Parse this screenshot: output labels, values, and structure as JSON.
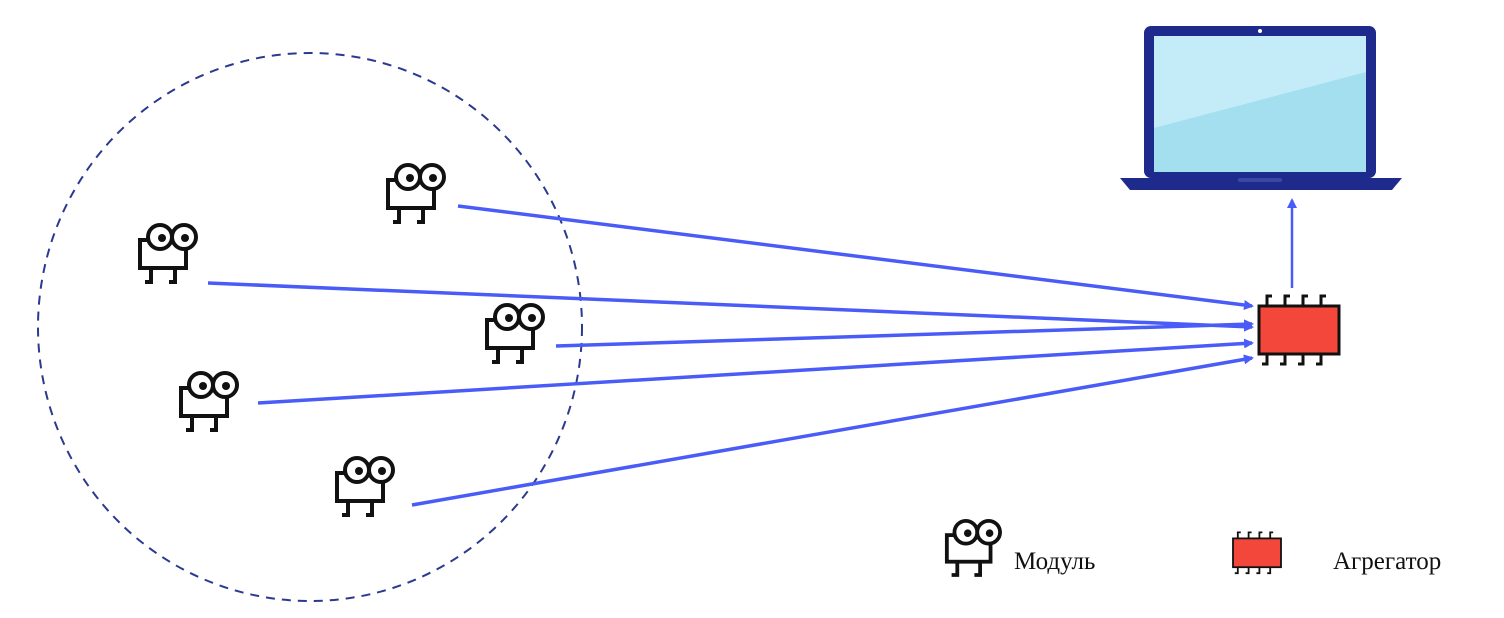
{
  "colors": {
    "arrow": "#4a5cf7",
    "zone_border": "#2b3a8f",
    "aggregator_fill": "#f4473b",
    "laptop_frame": "#1e2a8c",
    "laptop_screen": "#a8e0f0",
    "module_stroke": "#111111"
  },
  "diagram": {
    "zone": "dashed-circle",
    "modules": [
      {
        "id": "module-1",
        "icon": "module-icon"
      },
      {
        "id": "module-2",
        "icon": "module-icon"
      },
      {
        "id": "module-3",
        "icon": "module-icon"
      },
      {
        "id": "module-4",
        "icon": "module-icon"
      },
      {
        "id": "module-5",
        "icon": "module-icon"
      }
    ],
    "aggregator": {
      "icon": "chip-icon"
    },
    "computer": {
      "icon": "laptop-icon"
    },
    "links": [
      {
        "from": "module-1",
        "to": "aggregator"
      },
      {
        "from": "module-2",
        "to": "aggregator"
      },
      {
        "from": "module-3",
        "to": "aggregator"
      },
      {
        "from": "module-4",
        "to": "aggregator"
      },
      {
        "from": "module-5",
        "to": "aggregator"
      },
      {
        "from": "aggregator",
        "to": "computer"
      }
    ]
  },
  "legend": {
    "module_label": "Модуль",
    "aggregator_label": "Агрегатор"
  }
}
